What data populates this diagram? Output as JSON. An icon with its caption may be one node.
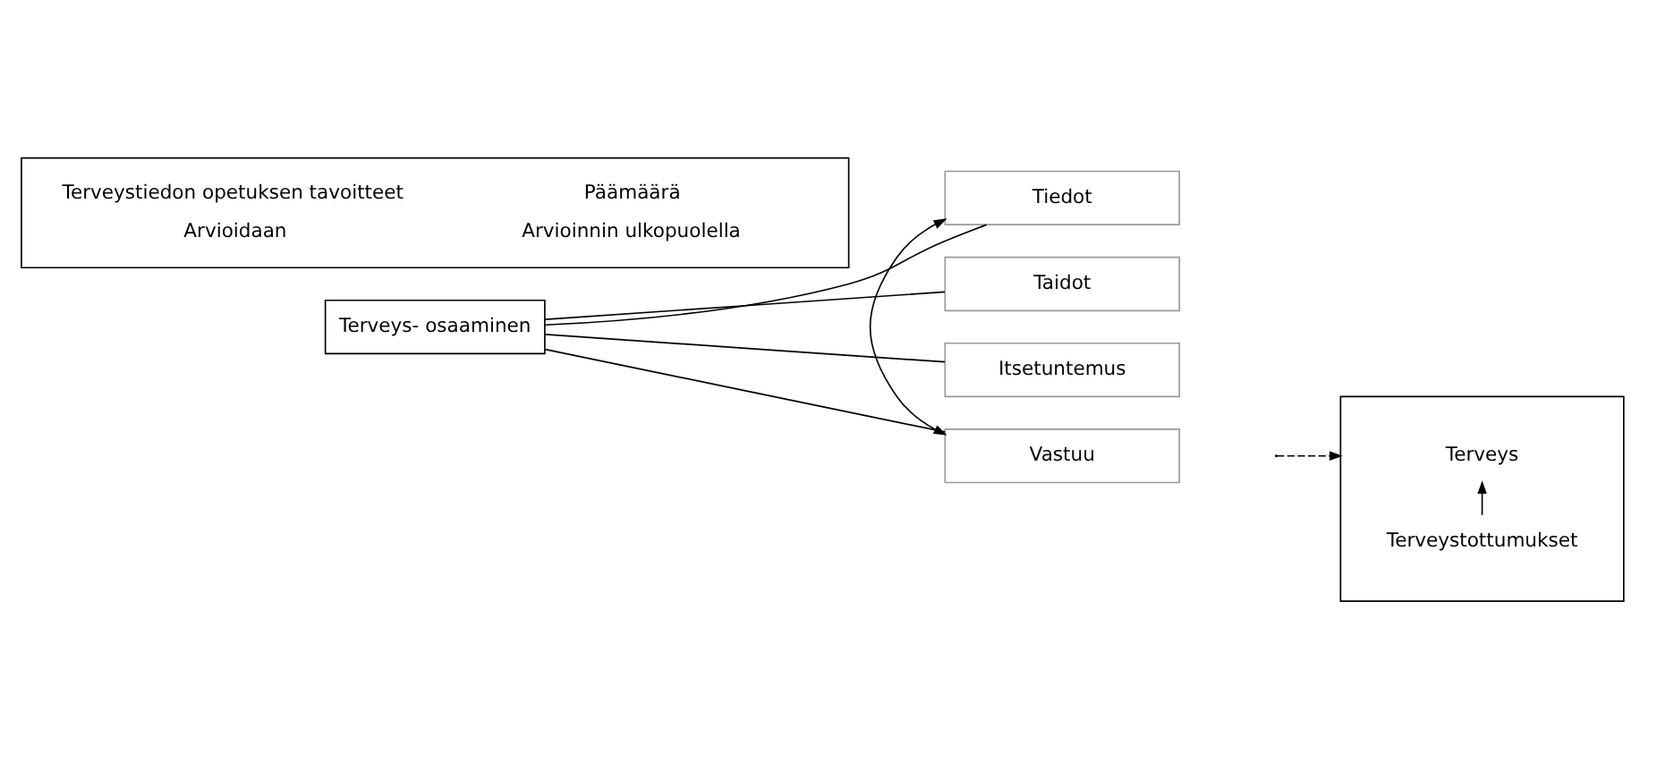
{
  "diagram": {
    "nodes": [
      {
        "text": [
          "Terveys- osaaminen"
        ]
      },
      {
        "text": [
          "Tiedot"
        ]
      },
      {
        "text": [
          "Taidot"
        ]
      },
      {
        "text": [
          "Itsetuntemus"
        ]
      },
      {
        "text": [
          "Vastuu"
        ]
      },
      {
        "text": [],
        "shape": "box"
      },
      {
        "text": [
          "Terveystottumukset"
        ],
        "in": 5
      },
      {
        "text": [
          "Terveys"
        ],
        "in": 5
      },
      {
        "text": [
          "Terveystiedon opetuksen tavoitteet",
          "Arvioidaan",
          "Päämäärä",
          "Arvioinnin ulkopuolella"
        ]
      }
    ],
    "edges": [
      {
        "from": 0,
        "to": 1,
        "arrow": "none"
      },
      {
        "from": 0,
        "to": 2,
        "arrow": "none"
      },
      {
        "from": 0,
        "to": 3,
        "arrow": "none"
      },
      {
        "from": 0,
        "to": 4,
        "arrow": "none"
      },
      {
        "from": 1,
        "to": 4,
        "arrow": "both"
      },
      {
        "from": null,
        "to": 5,
        "arrow": "to",
        "style": "dashed"
      },
      {
        "from": 6,
        "to": 7,
        "arrow": "to"
      }
    ]
  }
}
